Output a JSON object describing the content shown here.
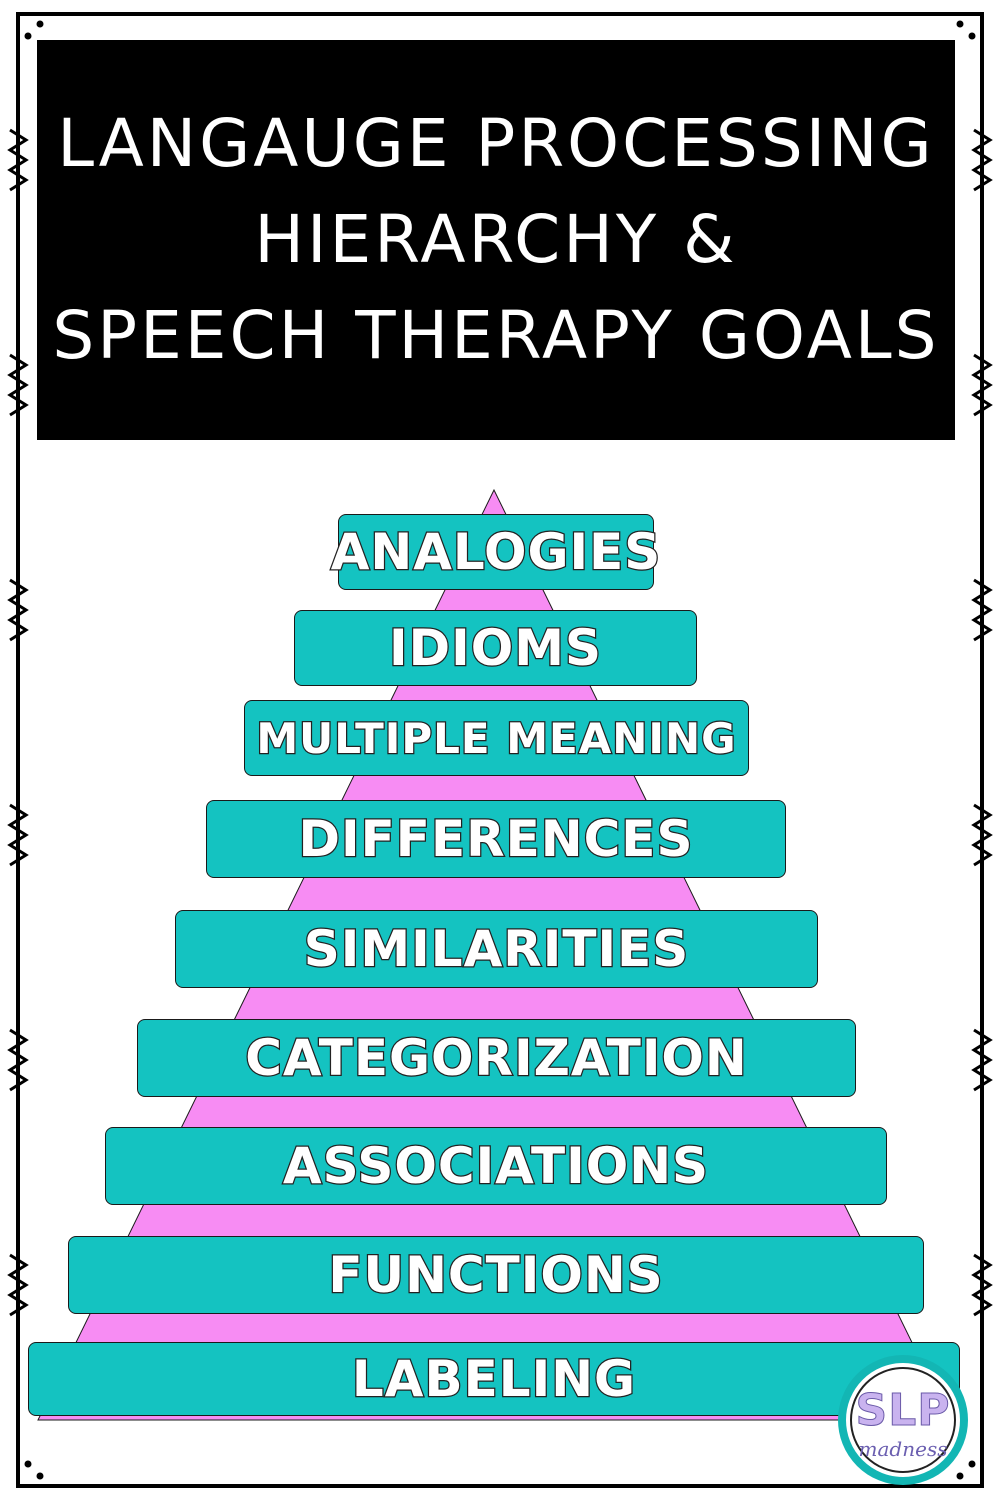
{
  "title": {
    "line1": "LANGAUGE PROCESSING",
    "line2": "HIERARCHY &",
    "line3": "SPEECH THERAPY GOALS"
  },
  "levels": [
    "ANALOGIES",
    "IDIOMS",
    "MULTIPLE MEANING",
    "DIFFERENCES",
    "SIMILARITIES",
    "CATEGORIZATION",
    "ASSOCIATIONS",
    "FUNCTIONS",
    "LABELING"
  ],
  "logo": {
    "main": "SLP",
    "sub": "madness"
  },
  "colors": {
    "title_bg": "#000000",
    "title_text": "#ffffff",
    "pyramid": "#f78cf3",
    "level_fill": "#14c3c1",
    "logo_ring": "#13b6b4"
  }
}
